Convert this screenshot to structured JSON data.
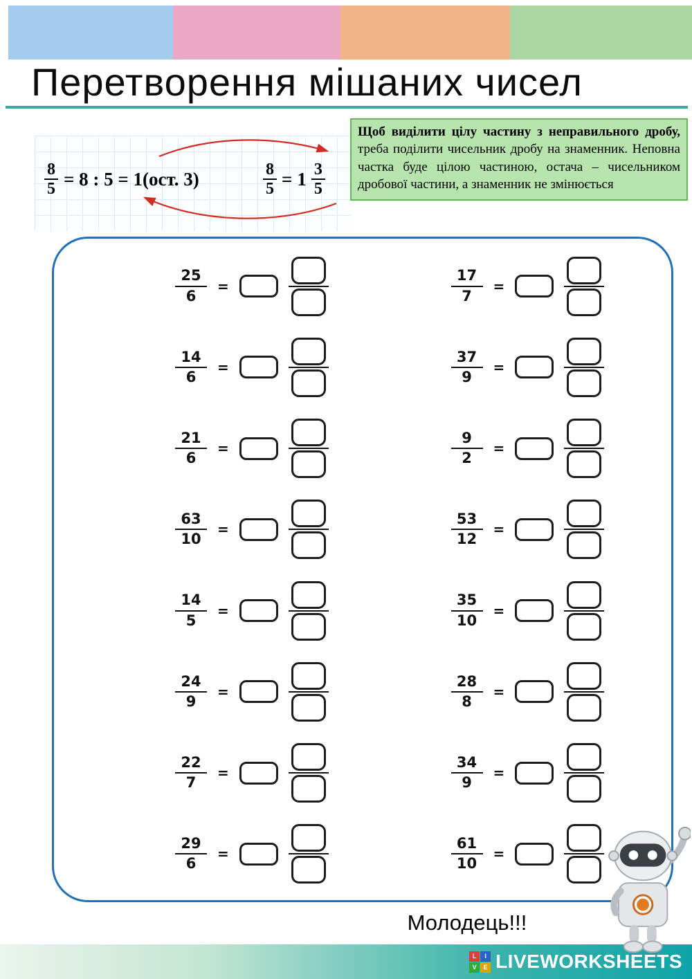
{
  "header": {
    "title": "Перетворення мішаних чисел",
    "stripe_colors": [
      "#a2cbee",
      "#eaa8c4",
      "#f0b488",
      "#abd6a3"
    ]
  },
  "example": {
    "frac1_n": "8",
    "frac1_d": "5",
    "mid": "= 8 : 5 = 1(ост. 3)",
    "frac2_n": "8",
    "frac2_d": "5",
    "eq": "=",
    "whole": "1",
    "frac3_n": "3",
    "frac3_d": "5",
    "arrow_color": "#d42b20"
  },
  "info_box": {
    "lead_bold": "Щоб виділити цілу частину з неправильного дробу, ",
    "body": "треба поділити чисельник дробу на знаменник. Неповна частка буде цілою частиною, остача – чисельником дробової частини, а знаменник не змінюється"
  },
  "exercises": {
    "equals": "=",
    "left": [
      {
        "n": "25",
        "d": "6"
      },
      {
        "n": "14",
        "d": "6"
      },
      {
        "n": "21",
        "d": "6"
      },
      {
        "n": "63",
        "d": "10"
      },
      {
        "n": "14",
        "d": "5"
      },
      {
        "n": "24",
        "d": "9"
      },
      {
        "n": "22",
        "d": "7"
      },
      {
        "n": "29",
        "d": "6"
      }
    ],
    "right": [
      {
        "n": "17",
        "d": "7"
      },
      {
        "n": "37",
        "d": "9"
      },
      {
        "n": "9",
        "d": "2"
      },
      {
        "n": "53",
        "d": "12"
      },
      {
        "n": "35",
        "d": "10"
      },
      {
        "n": "28",
        "d": "8"
      },
      {
        "n": "34",
        "d": "9"
      },
      {
        "n": "61",
        "d": "10"
      }
    ]
  },
  "footer": {
    "praise": "Молодець!!!",
    "brand": "LIVEWORKSHEETS",
    "logo_letters": [
      "L",
      "I",
      "V",
      "E"
    ],
    "colors": {
      "panel_border": "#2271b6",
      "info_bg": "#b7e3ac",
      "footer_teal": "#0fa3a8"
    }
  }
}
